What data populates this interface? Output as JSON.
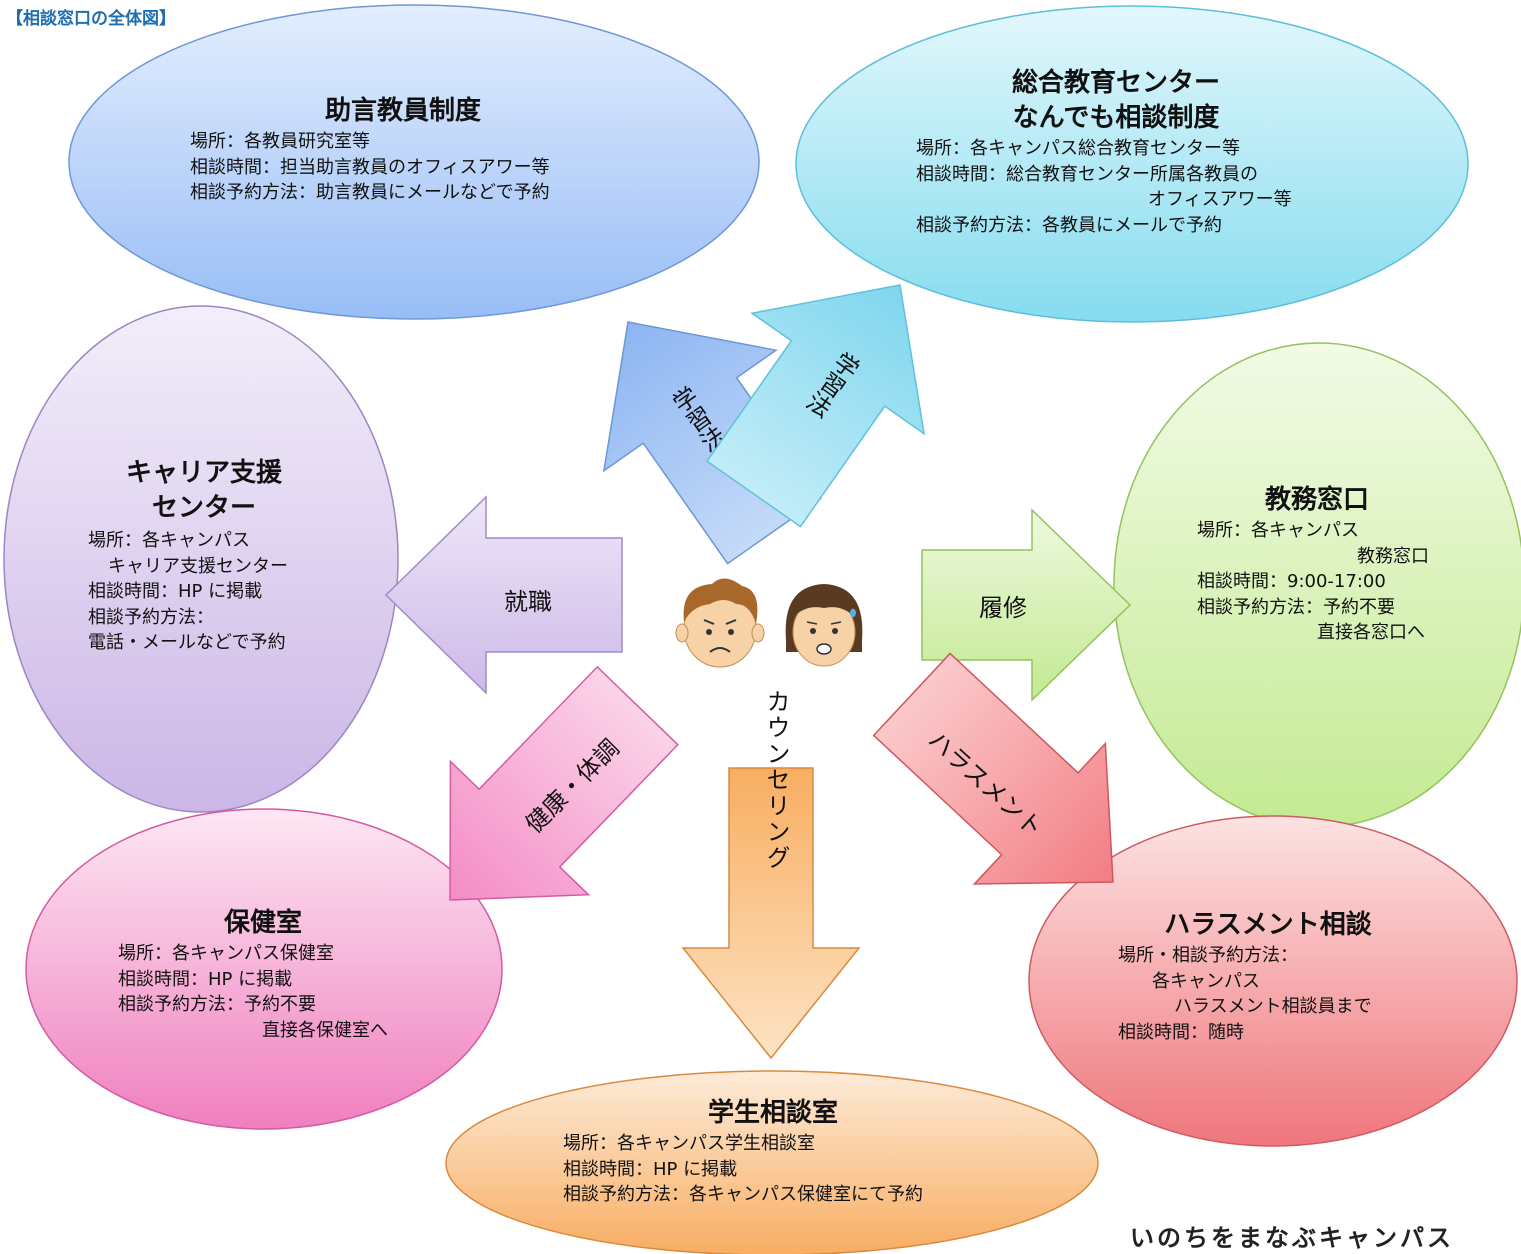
{
  "page_title": "【相談窓口の全体図】",
  "brand": "いのちをまなぶキャンパス",
  "colors": {
    "advisor": "#9fc3f8",
    "center": "#8fe0f1",
    "career": "#d2c1ea",
    "kyomu": "#cdeea3",
    "health": "#f07fbf",
    "counseling": "#f8b46e",
    "harassment": "#f07a80",
    "title": "#1f6fb0"
  },
  "nodes": {
    "advisor": {
      "title": "助言教員制度",
      "lines": [
        "場所：各教員研究室等",
        "相談時間：担当助言教員のオフィスアワー等",
        "相談予約方法：助言教員にメールなどで予約"
      ]
    },
    "center": {
      "title1": "総合教育センター",
      "title2": "なんでも相談制度",
      "lines": [
        "場所：各キャンパス総合教育センター等",
        "相談時間：総合教育センター所属各教員の",
        "オフィスアワー等",
        "相談予約方法：各教員にメールで予約"
      ]
    },
    "career": {
      "title1": "キャリア支援",
      "title2": "センター",
      "lines": [
        "場所：各キャンパス",
        "キャリア支援センター",
        "相談時間：HP に掲載",
        "相談予約方法：",
        "電話・メールなどで予約"
      ]
    },
    "kyomu": {
      "title": "教務窓口",
      "lines": [
        "場所：各キャンパス",
        "教務窓口",
        "相談時間：9:00-17:00",
        "相談予約方法：予約不要",
        "直接各窓口へ"
      ]
    },
    "health": {
      "title": "保健室",
      "lines": [
        "場所：各キャンパス保健室",
        "相談時間：HP に掲載",
        "相談予約方法：予約不要",
        "直接各保健室へ"
      ]
    },
    "counseling": {
      "title": "学生相談室",
      "lines": [
        "場所：各キャンパス学生相談室",
        "相談時間：HP に掲載",
        "相談予約方法：各キャンパス保健室にて予約"
      ]
    },
    "harassment": {
      "title": "ハラスメント相談",
      "lines": [
        "場所・相談予約方法：",
        "各キャンパス",
        "ハラスメント相談員まで",
        "相談時間：随時"
      ]
    }
  },
  "arrows": {
    "learning1": "学習法",
    "learning2": "学習法",
    "career": "就職",
    "kyomu": "履修",
    "health": "健康・体調",
    "counseling": "カウンセリング",
    "harassment": "ハラスメント"
  },
  "icons": {
    "boy": "worried-boy-icon",
    "girl": "worried-girl-icon"
  }
}
